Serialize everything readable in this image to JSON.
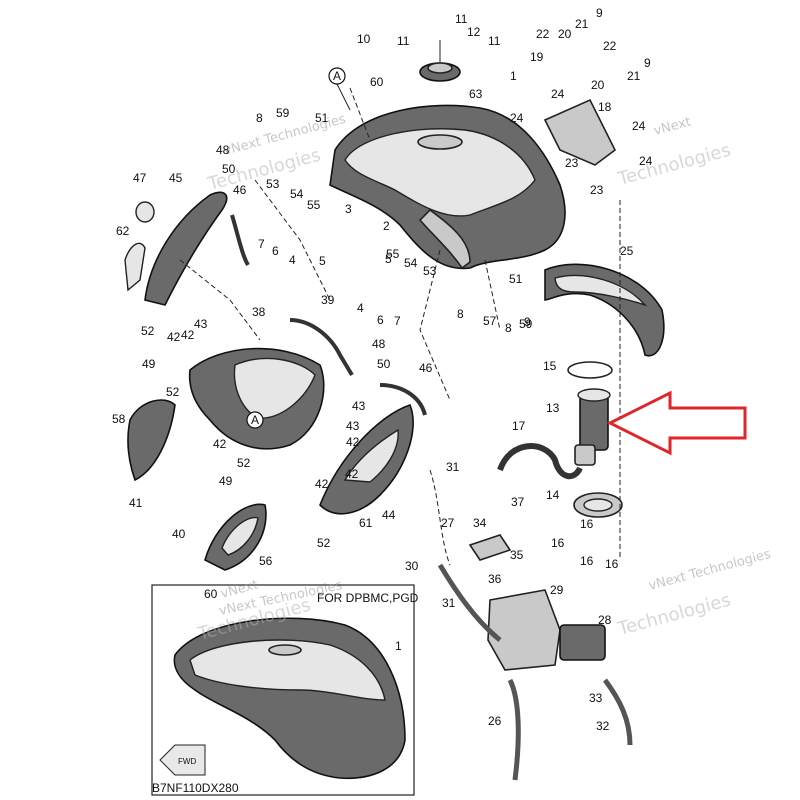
{
  "diagram": {
    "code": "B7NF110DX280",
    "inset_label": "FOR DPBMC,PGD",
    "fwd_label": "FWD",
    "reference_mark": "A",
    "watermark_text": "vNext Technologies",
    "watermark_short": "vNext",
    "watermark_tech": "Technologies",
    "highlight_arrow_color": "#e0262b",
    "callouts": [
      {
        "id": "c1",
        "label": "1"
      },
      {
        "id": "c2",
        "label": "2"
      },
      {
        "id": "c3",
        "label": "3"
      },
      {
        "id": "c4",
        "label": "4"
      },
      {
        "id": "c5",
        "label": "5"
      },
      {
        "id": "c6",
        "label": "6"
      },
      {
        "id": "c7",
        "label": "7"
      },
      {
        "id": "c8",
        "label": "8"
      },
      {
        "id": "c9",
        "label": "9"
      },
      {
        "id": "c10",
        "label": "10"
      },
      {
        "id": "c11",
        "label": "11"
      },
      {
        "id": "c12",
        "label": "12"
      },
      {
        "id": "c13",
        "label": "13"
      },
      {
        "id": "c14",
        "label": "14"
      },
      {
        "id": "c15",
        "label": "15"
      },
      {
        "id": "c16",
        "label": "16"
      },
      {
        "id": "c17",
        "label": "17"
      },
      {
        "id": "c18",
        "label": "18"
      },
      {
        "id": "c19",
        "label": "19"
      },
      {
        "id": "c20",
        "label": "20"
      },
      {
        "id": "c21",
        "label": "21"
      },
      {
        "id": "c22",
        "label": "22"
      },
      {
        "id": "c23",
        "label": "23"
      },
      {
        "id": "c24",
        "label": "24"
      },
      {
        "id": "c25",
        "label": "25"
      },
      {
        "id": "c26",
        "label": "26"
      },
      {
        "id": "c27",
        "label": "27"
      },
      {
        "id": "c28",
        "label": "28"
      },
      {
        "id": "c29",
        "label": "29"
      },
      {
        "id": "c30",
        "label": "30"
      },
      {
        "id": "c31",
        "label": "31"
      },
      {
        "id": "c32",
        "label": "32"
      },
      {
        "id": "c33",
        "label": "33"
      },
      {
        "id": "c34",
        "label": "34"
      },
      {
        "id": "c35",
        "label": "35"
      },
      {
        "id": "c36",
        "label": "36"
      },
      {
        "id": "c37",
        "label": "37"
      },
      {
        "id": "c38",
        "label": "38"
      },
      {
        "id": "c39",
        "label": "39"
      },
      {
        "id": "c40",
        "label": "40"
      },
      {
        "id": "c41",
        "label": "41"
      },
      {
        "id": "c42",
        "label": "42"
      },
      {
        "id": "c43",
        "label": "43"
      },
      {
        "id": "c44",
        "label": "44"
      },
      {
        "id": "c45",
        "label": "45"
      },
      {
        "id": "c46",
        "label": "46"
      },
      {
        "id": "c47",
        "label": "47"
      },
      {
        "id": "c48",
        "label": "48"
      },
      {
        "id": "c49",
        "label": "49"
      },
      {
        "id": "c50",
        "label": "50"
      },
      {
        "id": "c51",
        "label": "51"
      },
      {
        "id": "c52",
        "label": "52"
      },
      {
        "id": "c53",
        "label": "53"
      },
      {
        "id": "c54",
        "label": "54"
      },
      {
        "id": "c55",
        "label": "55"
      },
      {
        "id": "c56",
        "label": "56"
      },
      {
        "id": "c57",
        "label": "57"
      },
      {
        "id": "c58",
        "label": "58"
      },
      {
        "id": "c59",
        "label": "59"
      },
      {
        "id": "c60",
        "label": "60"
      },
      {
        "id": "c61",
        "label": "61"
      },
      {
        "id": "c62",
        "label": "62"
      },
      {
        "id": "c63",
        "label": "63"
      }
    ]
  }
}
